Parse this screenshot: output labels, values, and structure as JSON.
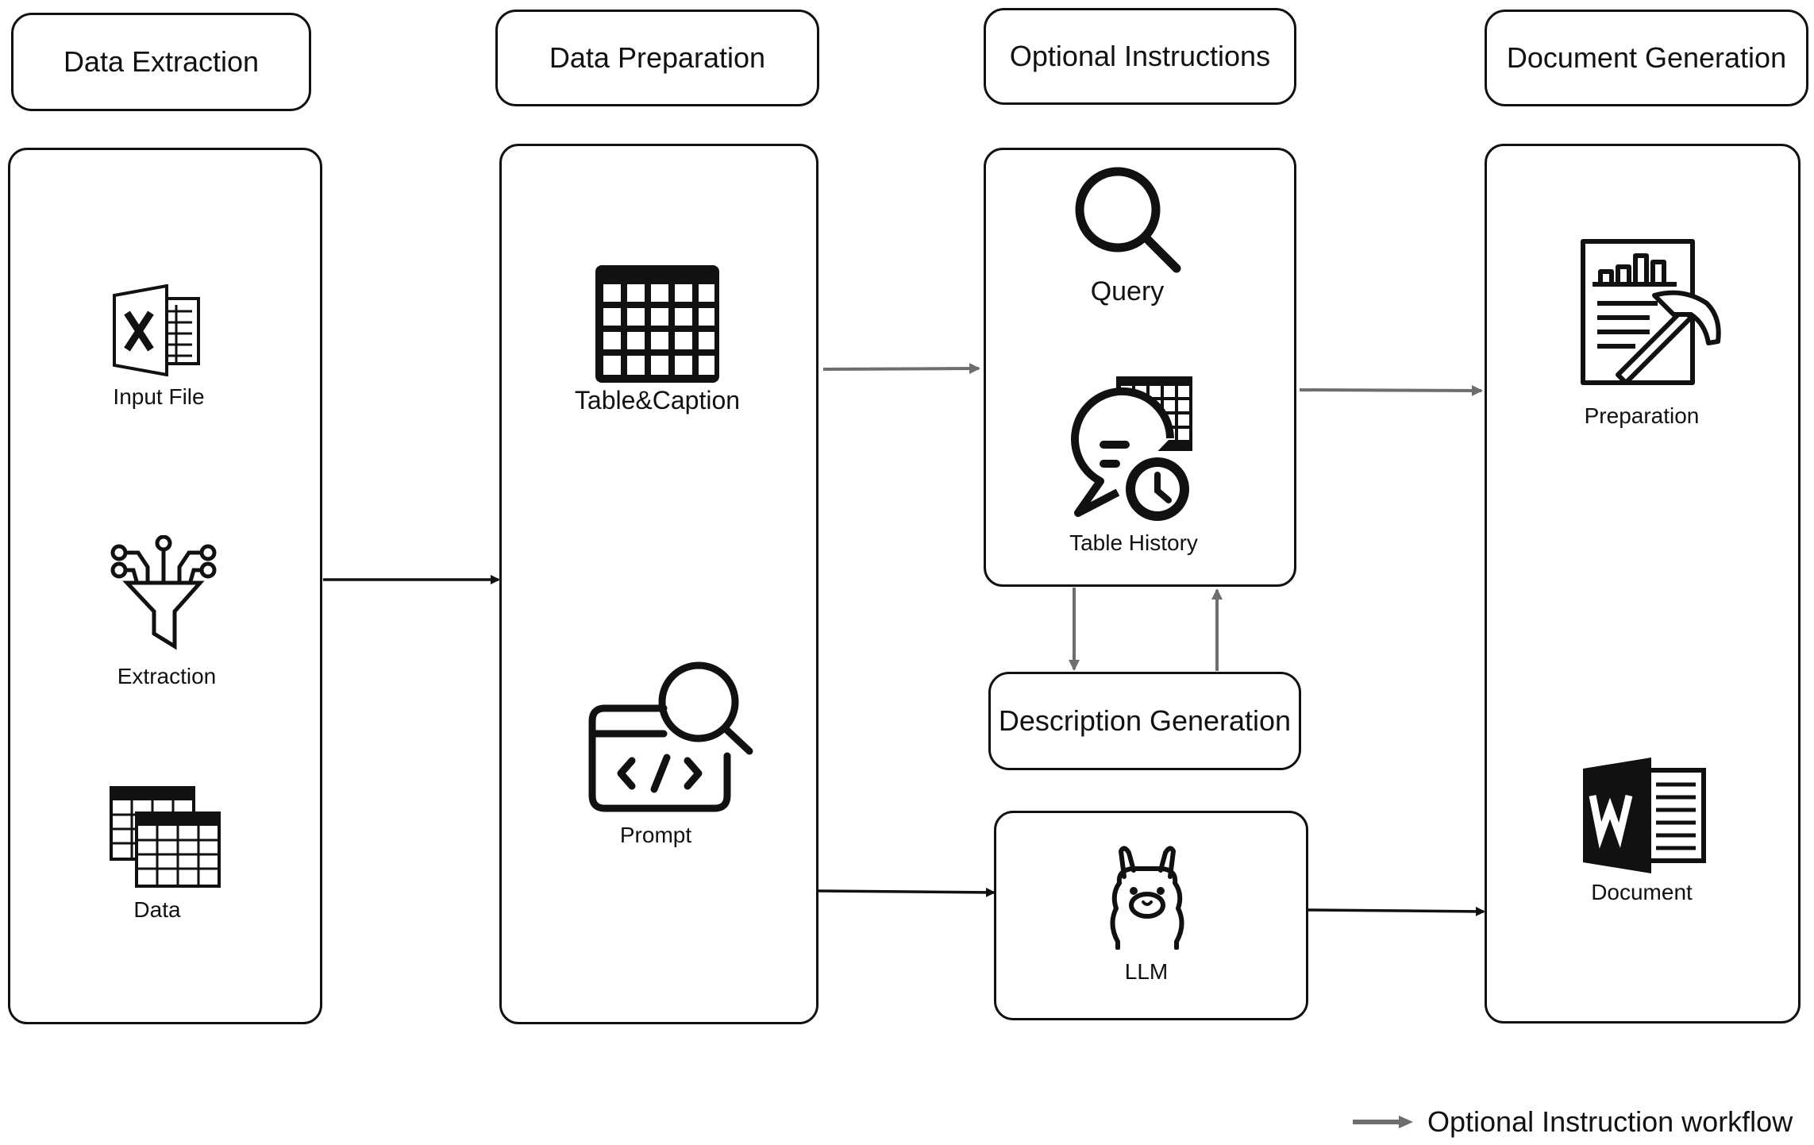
{
  "columns": {
    "data_extraction": {
      "title": "Data Extraction",
      "items": [
        {
          "label": "Input File",
          "icon": "excel-file-icon"
        },
        {
          "label": "Extraction",
          "icon": "filter-funnel-icon"
        },
        {
          "label": "Data",
          "icon": "data-tables-icon"
        }
      ]
    },
    "data_preparation": {
      "title": "Data Preparation",
      "items": [
        {
          "label": "Table&Caption",
          "icon": "table-icon"
        },
        {
          "label": "Prompt",
          "icon": "code-search-icon"
        }
      ]
    },
    "optional_instructions": {
      "title": "Optional Instructions",
      "items": [
        {
          "label": "Query",
          "icon": "magnifier-icon"
        },
        {
          "label": "Table History",
          "icon": "chat-history-icon"
        }
      ],
      "description_box": "Description Generation",
      "llm": {
        "label": "LLM",
        "icon": "llama-icon"
      }
    },
    "document_generation": {
      "title": "Document Generation",
      "items": [
        {
          "label": "Preparation",
          "icon": "report-tools-icon"
        },
        {
          "label": "Document",
          "icon": "word-document-icon"
        }
      ]
    }
  },
  "legend": {
    "label": "Optional Instruction workflow",
    "color": "#6e6e6e"
  },
  "colors": {
    "stroke": "#111111",
    "optional_arrow": "#6e6e6e",
    "background": "#ffffff"
  }
}
